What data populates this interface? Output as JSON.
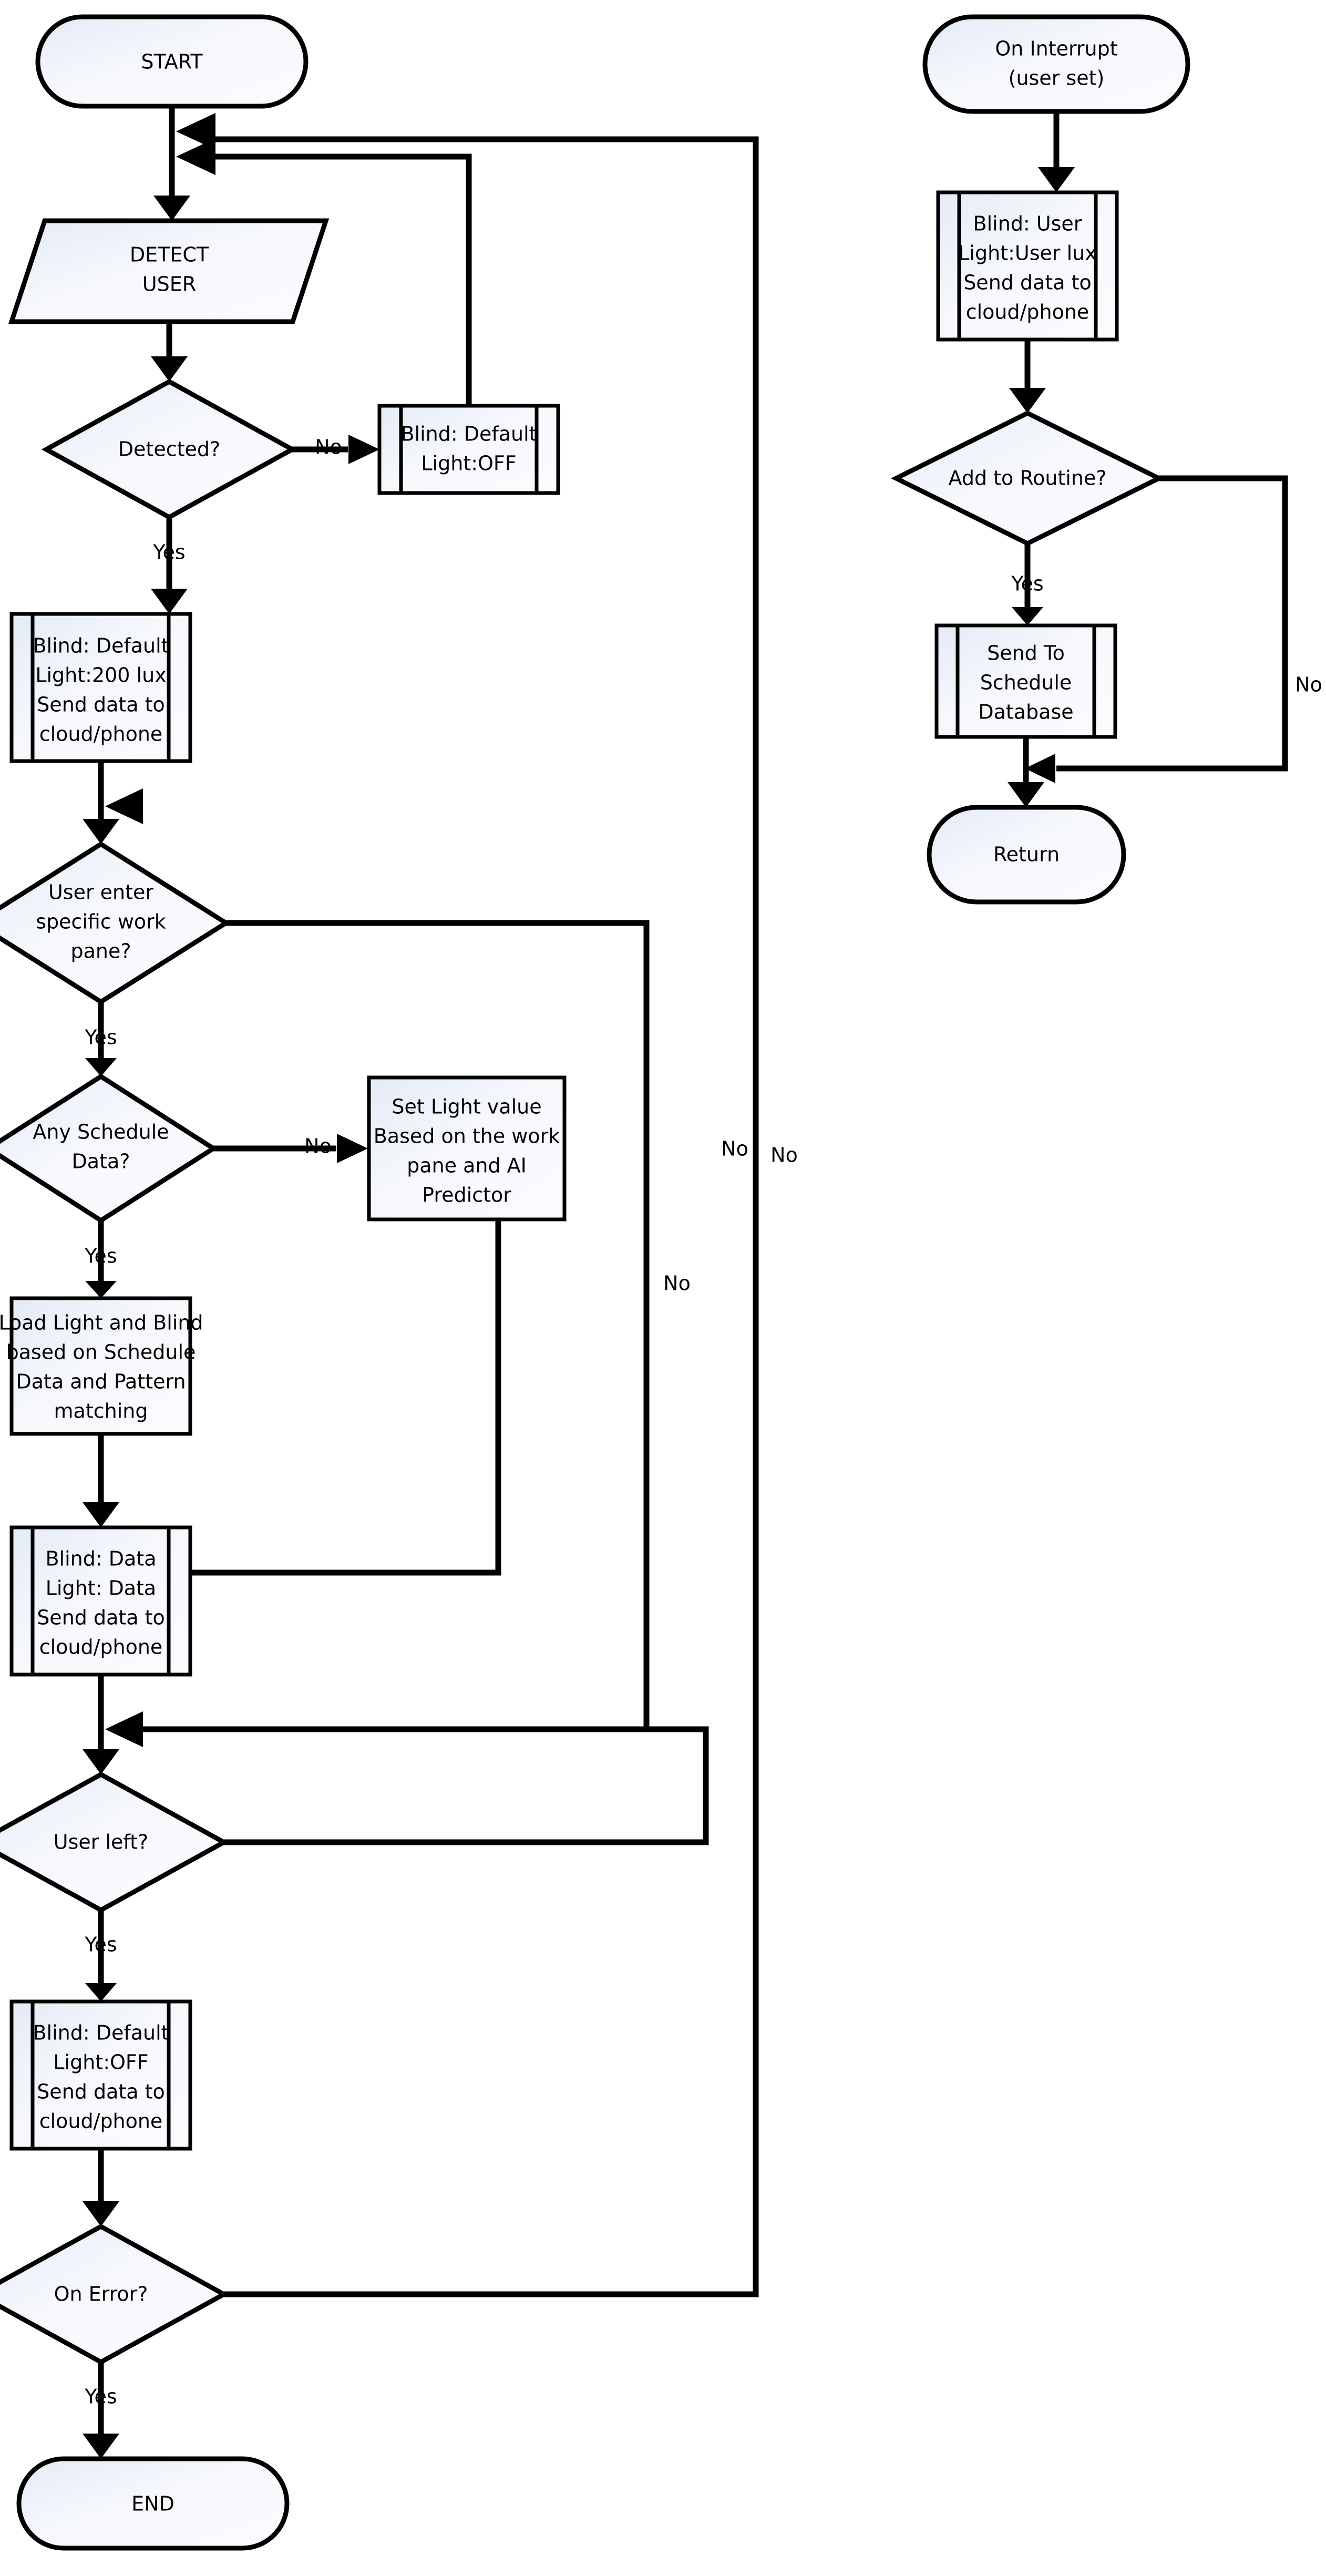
{
  "diagram": {
    "title": "Smart blind and light control flowchart",
    "colors": {
      "stroke": "#000000",
      "fill_light": "#ffffff",
      "fill_shade": "#e8edf7",
      "background": "#ffffff"
    },
    "main_flow": {
      "start": {
        "label": "START",
        "shape": "terminator"
      },
      "detect_user": {
        "label_line1": "DETECT",
        "label_line2": "USER",
        "shape": "parallelogram-io"
      },
      "detected_decision": {
        "label": "Detected?",
        "shape": "decision"
      },
      "blind_default_off": {
        "line1": "Blind: Default",
        "line2": "Light:OFF",
        "shape": "predefined-process"
      },
      "blind_default_200": {
        "line1": "Blind: Default",
        "line2": "Light:200 lux",
        "line3": "Send data to",
        "line4": "cloud/phone",
        "shape": "predefined-process"
      },
      "work_pane_decision": {
        "line1": "User enter",
        "line2": "specific work",
        "line3": "pane?",
        "shape": "decision"
      },
      "schedule_data_decision": {
        "line1": "Any Schedule",
        "line2": "Data?",
        "shape": "decision"
      },
      "set_light_value": {
        "line1": "Set Light value",
        "line2": "Based on the work",
        "line3": "pane and AI",
        "line4": "Predictor",
        "shape": "process"
      },
      "load_light_blind": {
        "line1": "Load Light and  Blind",
        "line2": "based on Schedule",
        "line3": "Data and Pattern",
        "line4": "matching",
        "shape": "process"
      },
      "blind_data": {
        "line1": "Blind: Data",
        "line2": "Light: Data",
        "line3": "Send data to",
        "line4": "cloud/phone",
        "shape": "predefined-process"
      },
      "user_left_decision": {
        "label": "User left?",
        "shape": "decision"
      },
      "blind_default_off_end": {
        "line1": "Blind: Default",
        "line2": "Light:OFF",
        "line3": "Send data to",
        "line4": "cloud/phone",
        "shape": "predefined-process"
      },
      "on_error_decision": {
        "label": "On Error?",
        "shape": "decision"
      },
      "end": {
        "label": "END",
        "shape": "terminator"
      }
    },
    "interrupt_flow": {
      "on_interrupt": {
        "line1": "On Interrupt",
        "line2": "(user set)",
        "shape": "terminator"
      },
      "blind_user": {
        "line1": "Blind: User",
        "line2": "Light:User lux",
        "line3": "Send data to",
        "line4": "cloud/phone",
        "shape": "predefined-process"
      },
      "add_routine_decision": {
        "label": "Add to Routine?",
        "shape": "decision"
      },
      "send_schedule_db": {
        "line1": "Send To",
        "line2": "Schedule",
        "line3": "Database",
        "shape": "predefined-process"
      },
      "return": {
        "label": "Return",
        "shape": "terminator"
      }
    },
    "edge_labels": {
      "detected_no": "No",
      "detected_yes": "Yes",
      "work_pane_yes": "Yes",
      "work_pane_no": "No",
      "schedule_no": "No",
      "schedule_yes": "Yes",
      "user_left_no": "No",
      "user_left_yes": "Yes",
      "on_error_no": "No",
      "on_error_yes": "Yes",
      "add_routine_yes": "Yes",
      "add_routine_no": "No"
    }
  }
}
